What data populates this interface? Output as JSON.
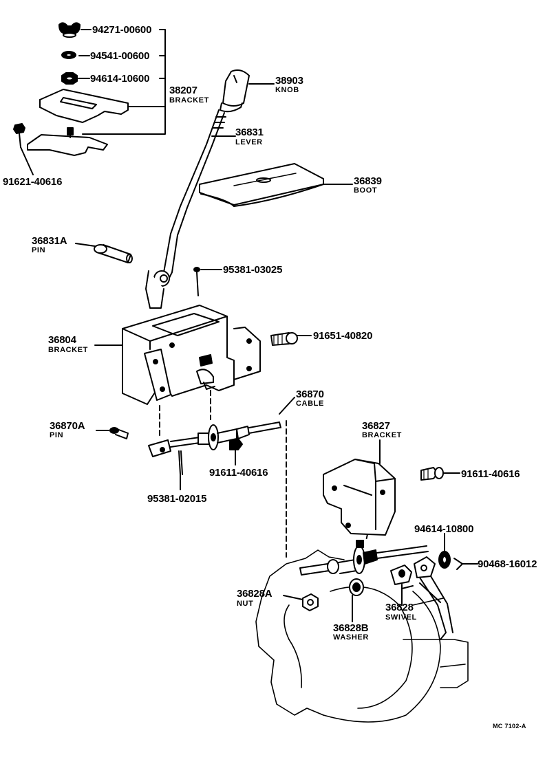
{
  "diagram": {
    "reference": "MC 7102-A",
    "callouts": [
      {
        "id": "wingnut",
        "part": "94271-00600",
        "name": ""
      },
      {
        "id": "lockwasher1",
        "part": "94541-00600",
        "name": ""
      },
      {
        "id": "nut1",
        "part": "94614-10600",
        "name": ""
      },
      {
        "id": "bracket-top",
        "part": "38207",
        "name": "BRACKET"
      },
      {
        "id": "bolt-top",
        "part": "91621-40616",
        "name": ""
      },
      {
        "id": "knob",
        "part": "38903",
        "name": "KNOB"
      },
      {
        "id": "lever",
        "part": "36831",
        "name": "LEVER"
      },
      {
        "id": "boot",
        "part": "36839",
        "name": "BOOT"
      },
      {
        "id": "pin-lever",
        "part": "36831A",
        "name": "PIN"
      },
      {
        "id": "cotter1",
        "part": "95381-03025",
        "name": ""
      },
      {
        "id": "bracket-main",
        "part": "36804",
        "name": "BRACKET"
      },
      {
        "id": "bolt-bracket",
        "part": "91651-40820",
        "name": ""
      },
      {
        "id": "cable",
        "part": "36870",
        "name": "CABLE"
      },
      {
        "id": "pin-cable",
        "part": "36870A",
        "name": "PIN"
      },
      {
        "id": "bolt-cable",
        "part": "91611-40616",
        "name": ""
      },
      {
        "id": "cotter2",
        "part": "95381-02015",
        "name": ""
      },
      {
        "id": "bracket-trans",
        "part": "36827",
        "name": "BRACKET"
      },
      {
        "id": "bolt-trans",
        "part": "91611-40616",
        "name": ""
      },
      {
        "id": "nut2",
        "part": "94614-10800",
        "name": ""
      },
      {
        "id": "clip",
        "part": "90468-16012",
        "name": ""
      },
      {
        "id": "nut-cable",
        "part": "36828A",
        "name": "NUT"
      },
      {
        "id": "washer",
        "part": "36828B",
        "name": "WASHER"
      },
      {
        "id": "swivel",
        "part": "36828",
        "name": "SWIVEL"
      }
    ]
  }
}
